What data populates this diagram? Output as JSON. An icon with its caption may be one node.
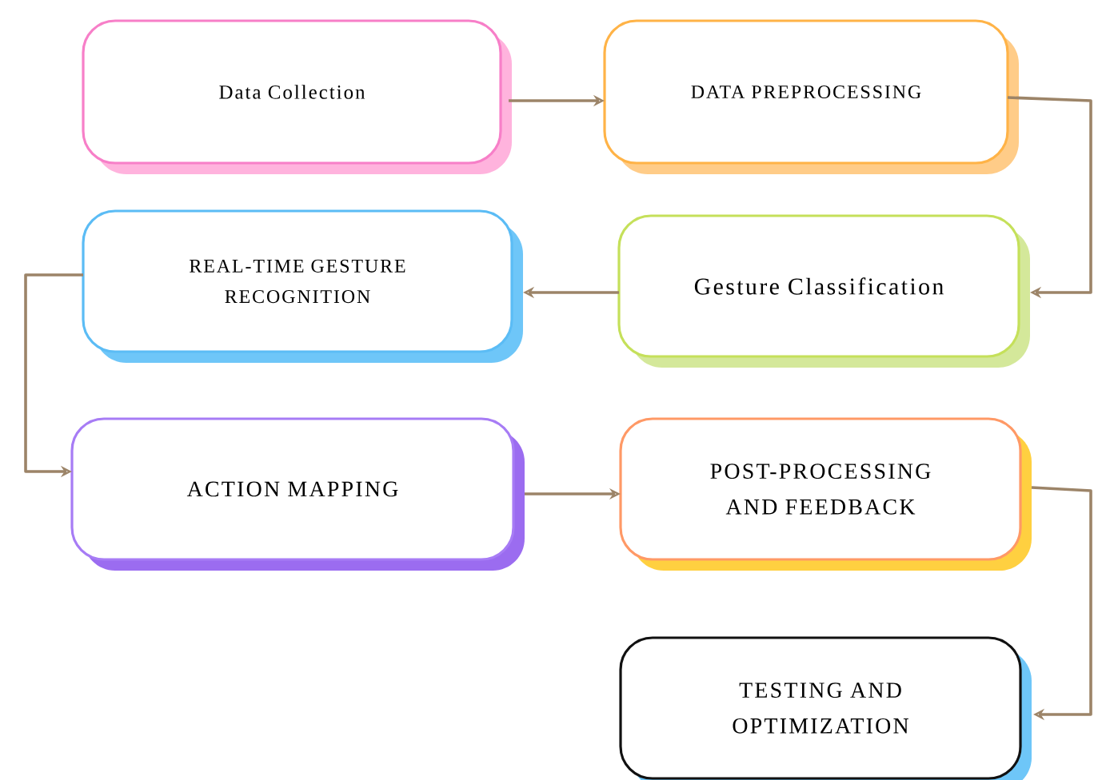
{
  "diagram": {
    "nodes": [
      {
        "text": [
          "Data Collection"
        ]
      },
      {
        "text": [
          "DATA PREPROCESSING"
        ]
      },
      {
        "text": [
          "Gesture Classification"
        ]
      },
      {
        "text": [
          "REAL-TIME GESTURE RECOGNITION"
        ]
      },
      {
        "text": [
          "ACTION MAPPING"
        ]
      },
      {
        "text": [
          "POST-PROCESSING AND FEEDBACK"
        ]
      },
      {
        "text": [
          "TESTING AND OPTIMIZATION"
        ]
      }
    ],
    "edges": [
      {
        "from": 0,
        "to": 1,
        "arrow": "to"
      },
      {
        "from": 1,
        "to": 2,
        "arrow": "to"
      },
      {
        "from": 2,
        "to": 3,
        "arrow": "to"
      },
      {
        "from": 3,
        "to": 4,
        "arrow": "to"
      },
      {
        "from": 4,
        "to": 5,
        "arrow": "to"
      },
      {
        "from": 5,
        "to": 6,
        "arrow": "to"
      }
    ]
  }
}
